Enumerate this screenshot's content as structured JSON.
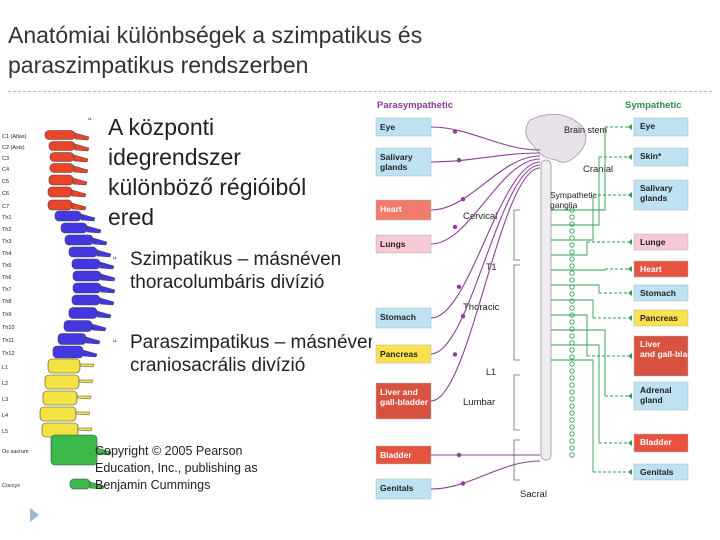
{
  "slide": {
    "title_line1": "Anatómiai különbségek a szimpatikus és",
    "title_line2": "paraszimpatikus rendszerben",
    "main_bullet": "A központi idegrendszer különböző régióiból ered",
    "sub_bullets": [
      "Szimpatikus – másnéven thoracolumbáris divízió",
      "Paraszimpatikus – másnéven craniosacrális divízió"
    ],
    "copyright": "Copyright © 2005 Pearson Education, Inc., publishing as Benjamin Cummings"
  },
  "spine": {
    "labels": [
      "C1 (Atlas)",
      "C2 (Axis)",
      "C3",
      "C4",
      "C5",
      "C6",
      "C7",
      "Th1",
      "Th2",
      "Th3",
      "Th4",
      "Th5",
      "Th6",
      "Th7",
      "Th8",
      "Th9",
      "Th10",
      "Th11",
      "Th12",
      "L1",
      "L2",
      "L3",
      "L4",
      "L5",
      "Os sacrum",
      "Coccyx"
    ],
    "colors": {
      "cervical": "#e8452a",
      "thoracic": "#4338e0",
      "lumbar": "#f4e443",
      "sacral": "#3db84a"
    }
  },
  "diagram": {
    "parasympathetic_header": "Parasympathetic",
    "sympathetic_header": "Sympathetic",
    "left_organs": [
      {
        "label": "Eye",
        "color": "#bfe2f2"
      },
      {
        "label": "Salivary glands",
        "color": "#bfe2f2"
      },
      {
        "label": "Heart",
        "color": "#f27a6a"
      },
      {
        "label": "Lungs",
        "color": "#f8c8d4"
      },
      {
        "label": "Stomach",
        "color": "#bfe2f2"
      },
      {
        "label": "Pancreas",
        "color": "#fbe24a"
      },
      {
        "label": "Liver and gall-bladder",
        "color": "#d9513f"
      },
      {
        "label": "Bladder",
        "color": "#e8533f"
      },
      {
        "label": "Genitals",
        "color": "#bfe2f2"
      }
    ],
    "right_organs": [
      {
        "label": "Eye",
        "color": "#bfe2f2"
      },
      {
        "label": "Skin*",
        "color": "#bfe2f2"
      },
      {
        "label": "Salivary glands",
        "color": "#bfe2f2"
      },
      {
        "label": "Lunge",
        "color": "#f8c8d4"
      },
      {
        "label": "Heart",
        "color": "#e8533f"
      },
      {
        "label": "Stomach",
        "color": "#bfe2f2"
      },
      {
        "label": "Pancreas",
        "color": "#fbe24a"
      },
      {
        "label": "Liver and gall-bladder",
        "color": "#d9513f"
      },
      {
        "label": "Adrenal gland",
        "color": "#bfe2f2"
      },
      {
        "label": "Bladder",
        "color": "#e8533f"
      },
      {
        "label": "Genitals",
        "color": "#bfe2f2"
      }
    ],
    "cns_labels": {
      "brain_stem": "Brain stem",
      "cranial": "Cranial",
      "sympathetic_ganglia": "Sympathetic ganglia",
      "cervical": "Cervical",
      "t1": "T1",
      "thoracic": "Thoracic",
      "l1": "L1",
      "lumbar": "Lumbar",
      "sacral": "Sacral"
    }
  }
}
